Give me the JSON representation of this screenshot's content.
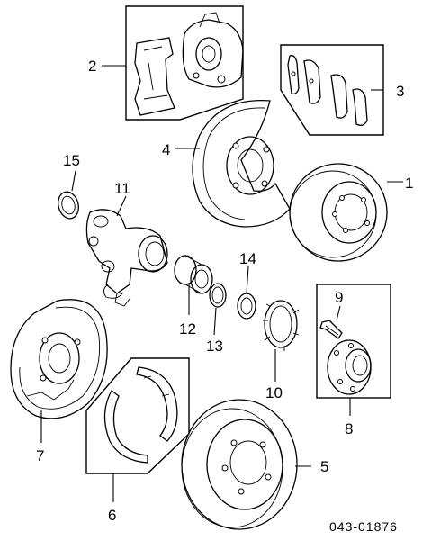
{
  "callouts": {
    "c1": "1",
    "c2": "2",
    "c3": "3",
    "c4": "4",
    "c5": "5",
    "c6": "6",
    "c7": "7",
    "c8": "8",
    "c9": "9",
    "c10": "10",
    "c11": "11",
    "c12": "12",
    "c13": "13",
    "c14": "14",
    "c15": "15"
  },
  "diagram_code": "043-01876"
}
